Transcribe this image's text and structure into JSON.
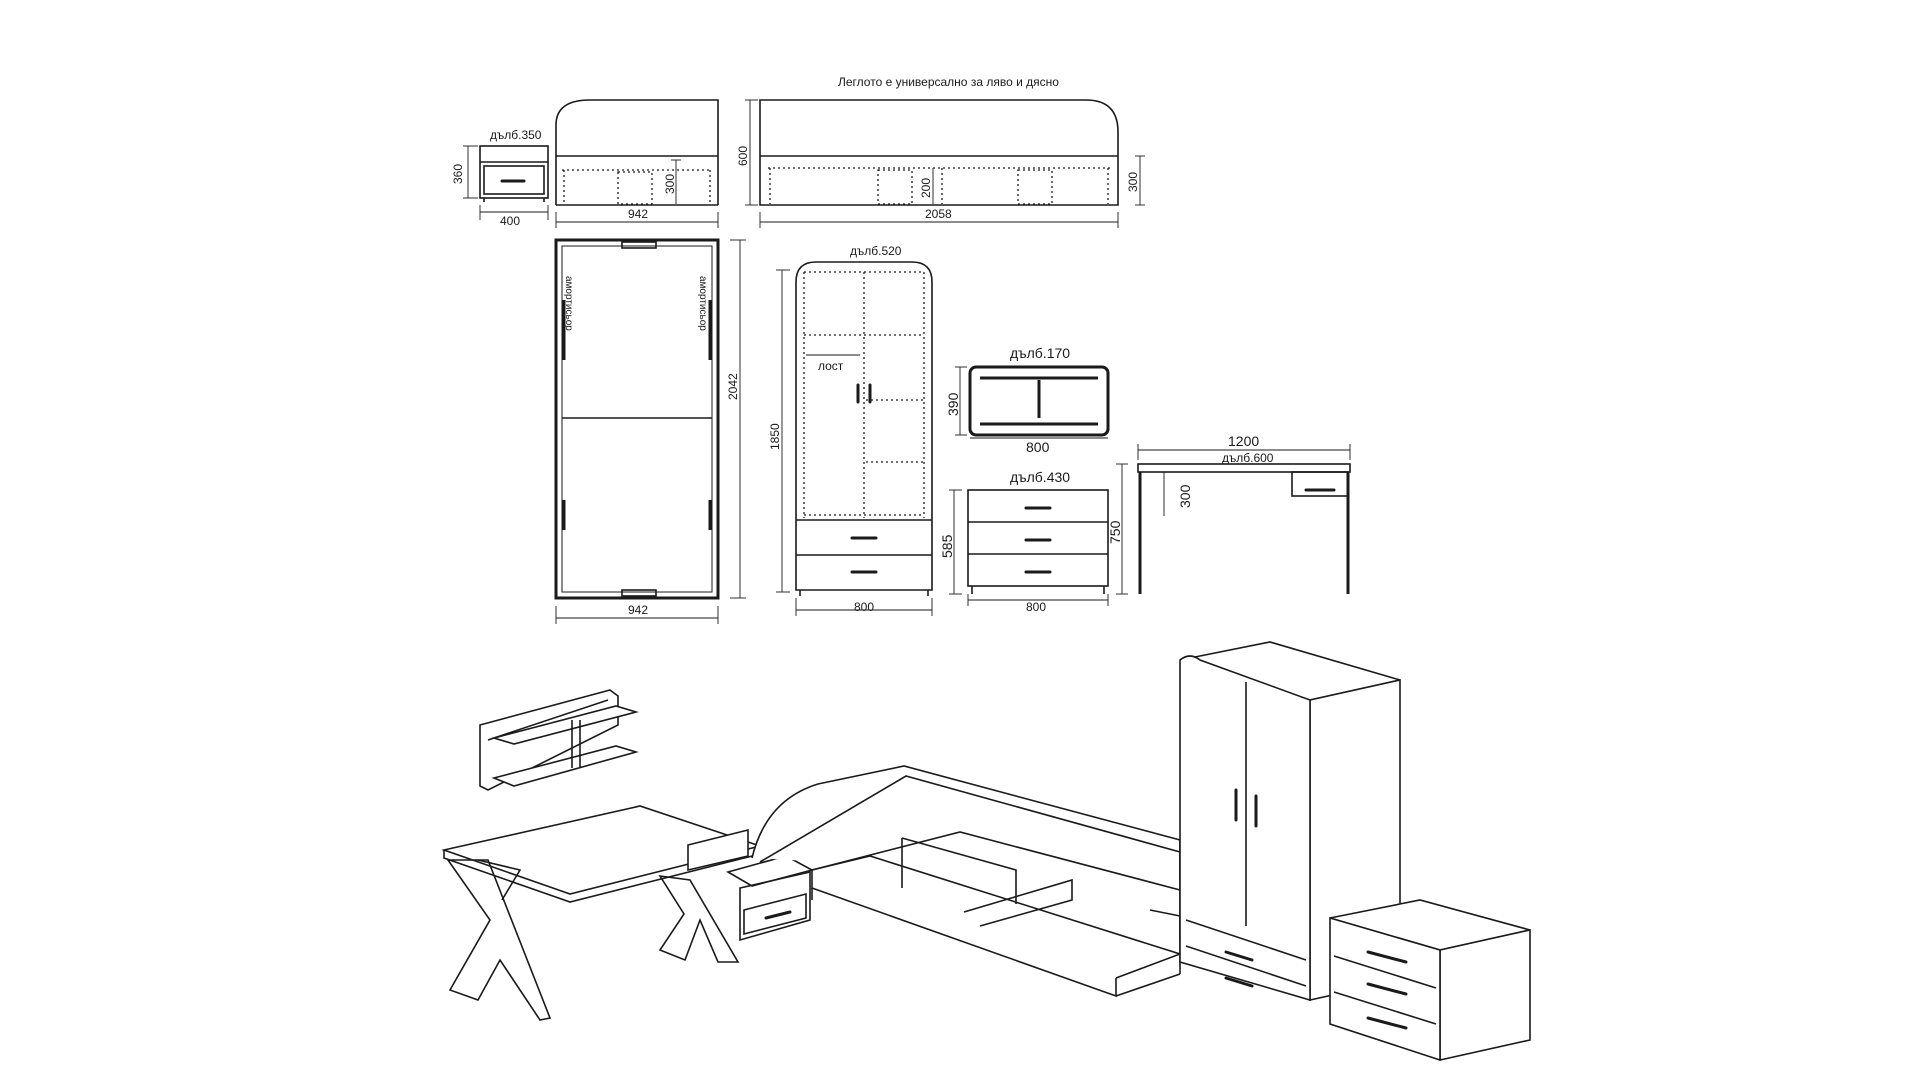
{
  "note": "Леглото е универсално за ляво и дясно",
  "nightstand": {
    "depth": "дълб.350",
    "height": "360",
    "width": "400"
  },
  "bed_head": {
    "height": "300",
    "width": "942"
  },
  "bed_side": {
    "height": "600",
    "drawer_height": "200",
    "side_height": "300",
    "length": "2058"
  },
  "bed_top": {
    "shock_absorber": "амортисьор",
    "length": "2042",
    "width": "942"
  },
  "wardrobe": {
    "depth": "дълб.520",
    "rod": "лост",
    "height": "1850",
    "width": "800"
  },
  "shelf": {
    "depth": "дълб.170",
    "height": "390",
    "width": "800"
  },
  "dresser": {
    "depth": "дълб.430",
    "height": "585",
    "width": "800"
  },
  "desk": {
    "width": "1200",
    "depth": "дълб.600",
    "drawer_height": "300",
    "height": "750"
  }
}
